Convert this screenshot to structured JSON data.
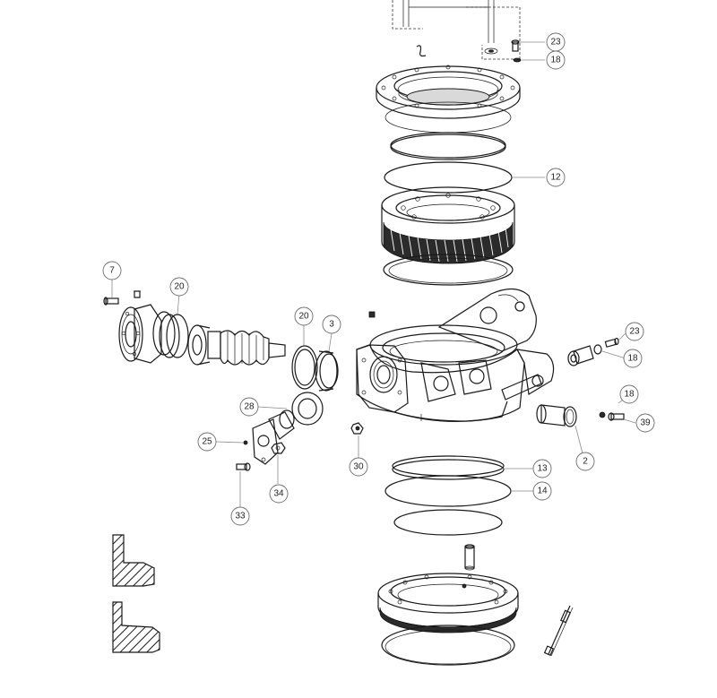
{
  "callouts": [
    {
      "id": "c23a",
      "label": "23"
    },
    {
      "id": "c18a",
      "label": "18"
    },
    {
      "id": "c12",
      "label": "12"
    },
    {
      "id": "c7",
      "label": "7"
    },
    {
      "id": "c20a",
      "label": "20"
    },
    {
      "id": "c20b",
      "label": "20"
    },
    {
      "id": "c3",
      "label": "3"
    },
    {
      "id": "c23b",
      "label": "23"
    },
    {
      "id": "c18b",
      "label": "18"
    },
    {
      "id": "c18c",
      "label": "18"
    },
    {
      "id": "c39",
      "label": "39"
    },
    {
      "id": "c28",
      "label": "28"
    },
    {
      "id": "c25",
      "label": "25"
    },
    {
      "id": "c2",
      "label": "2"
    },
    {
      "id": "c13",
      "label": "13"
    },
    {
      "id": "c14",
      "label": "14"
    },
    {
      "id": "c30",
      "label": "30"
    },
    {
      "id": "c34",
      "label": "34"
    },
    {
      "id": "c33",
      "label": "33"
    }
  ],
  "colors": {
    "line": "#1a1a1a",
    "callout_ring": "#6d6d6d",
    "background": "#ffffff"
  }
}
